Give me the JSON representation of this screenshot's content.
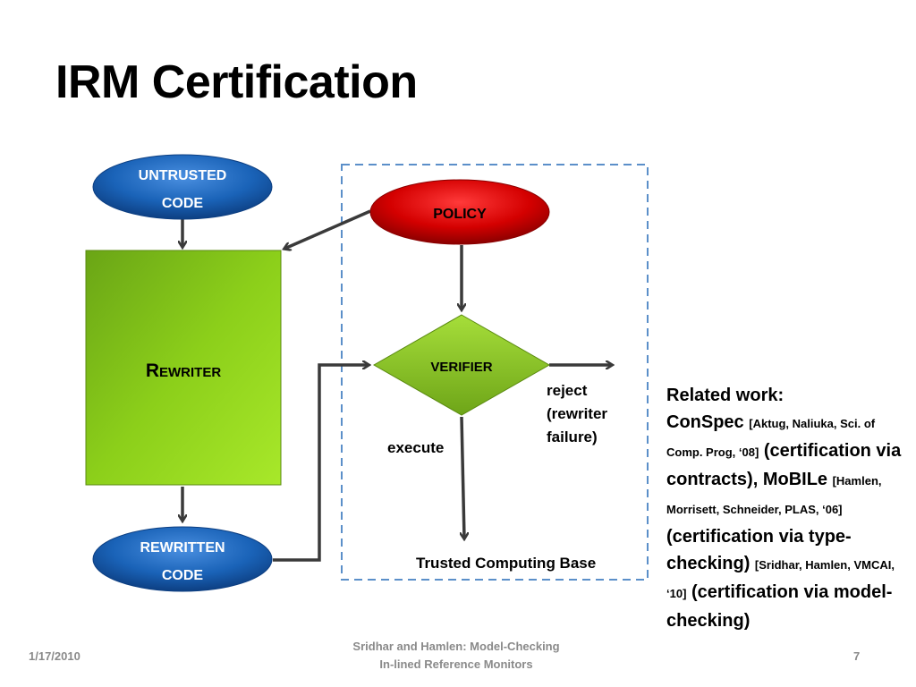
{
  "slide": {
    "title": "IRM Certification",
    "footer": {
      "date": "1/17/2010",
      "center_line1": "Sridhar and Hamlen: Model-Checking",
      "center_line2": "In-lined Reference Monitors",
      "page": "7"
    }
  },
  "diagram": {
    "untrusted_line1": "UNTRUSTED",
    "untrusted_line2": "CODE",
    "rewriter": "Rewriter",
    "rewritten_line1": "REWRITTEN",
    "rewritten_line2": "CODE",
    "policy": "POLICY",
    "verifier": "VERIFIER",
    "reject_line1": "reject",
    "reject_line2": "(rewriter",
    "reject_line3": "failure)",
    "execute": "execute",
    "tcb": "Trusted Computing Base"
  },
  "related": {
    "heading": "Related work:",
    "conspec": "ConSpec",
    "conspec_cite": "[Aktug, Naliuka, Sci. of Comp. Prog, ‘08]",
    "conspec_desc": "(certification via contracts), ",
    "mobile": "MoBILe",
    "mobile_cite": "[Hamlen, Morrisett, Schneider, PLAS, ‘06]",
    "mobile_desc": " (certification via type-checking)",
    "ours_cite": "[Sridhar, Hamlen, VMCAI, ‘10]",
    "ours_desc": " (certification via model-checking)"
  },
  "colors": {
    "blue": "#1a63b8",
    "red": "#d40000",
    "green": "#8ccf1a",
    "dashed_border": "#5b8fc9"
  }
}
